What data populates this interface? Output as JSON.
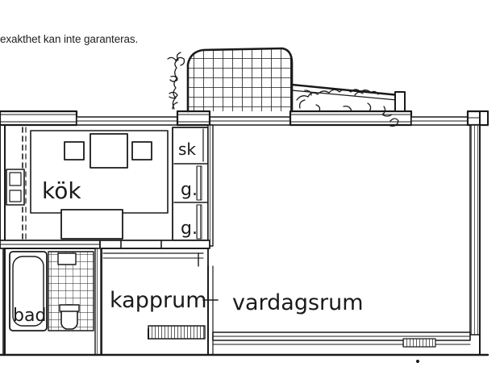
{
  "disclaimer": "exakthet kan inte garanteras.",
  "rooms": {
    "kitchen": "kök",
    "closet": "sk",
    "wardrobe_1": "g.",
    "wardrobe_2": "g.",
    "bathroom": "bad",
    "hall": "kapprum",
    "living_room": "vardagsrum"
  },
  "colors": {
    "ink": "#1a1a1a",
    "paper": "#ffffff"
  }
}
